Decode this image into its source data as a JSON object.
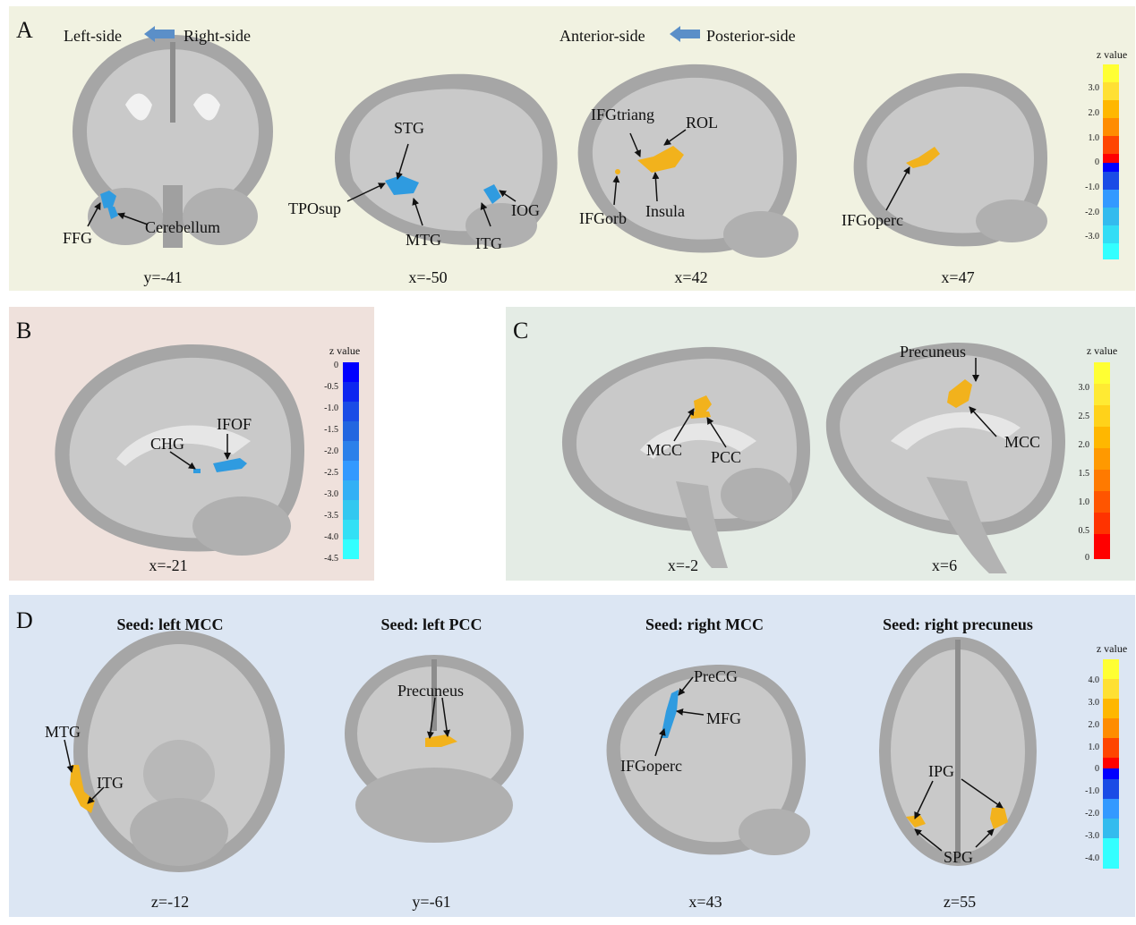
{
  "panels": {
    "A": {
      "label": "A",
      "direction_lr": {
        "left": "Left-side",
        "right": "Right-side"
      },
      "direction_ap": {
        "left": "Anterior-side",
        "right": "Posterior-side"
      },
      "coords": [
        "y=-41",
        "x=-50",
        "x=42",
        "x=47"
      ],
      "regions": {
        "ffg": "FFG",
        "cerebellum": "Cerebellum",
        "stg": "STG",
        "tposup": "TPOsup",
        "mtg": "MTG",
        "itg": "ITG",
        "iog": "IOG",
        "ifgtriang": "IFGtriang",
        "rol": "ROL",
        "ifgorb": "IFGorb",
        "insula": "Insula",
        "ifgoperc": "IFGoperc"
      },
      "colorbar": {
        "title": "z value",
        "ticks": [
          "3.0",
          "2.0",
          "1.0",
          "0",
          "-1.0",
          "-2.0",
          "-3.0"
        ]
      }
    },
    "B": {
      "label": "B",
      "coord": "x=-21",
      "regions": {
        "chg": "CHG",
        "ifof": "IFOF"
      },
      "colorbar": {
        "title": "z value",
        "ticks": [
          "0",
          "-0.5",
          "-1.0",
          "-1.5",
          "-2.0",
          "-2.5",
          "-3.0",
          "-3.5",
          "-4.0",
          "-4.5"
        ]
      }
    },
    "C": {
      "label": "C",
      "coords": [
        "x=-2",
        "x=6"
      ],
      "regions": {
        "mcc_left": "MCC",
        "pcc": "PCC",
        "precuneus": "Precuneus",
        "mcc_right": "MCC"
      },
      "colorbar": {
        "title": "z value",
        "ticks": [
          "3.0",
          "2.5",
          "2.0",
          "1.5",
          "1.0",
          "0.5",
          "0"
        ]
      }
    },
    "D": {
      "label": "D",
      "seeds": [
        "Seed: left MCC",
        "Seed: left PCC",
        "Seed: right MCC",
        "Seed: right precuneus"
      ],
      "coords": [
        "z=-12",
        "y=-61",
        "x=43",
        "z=55"
      ],
      "regions": {
        "mtg": "MTG",
        "itg": "ITG",
        "precuneus": "Precuneus",
        "precg": "PreCG",
        "mfg": "MFG",
        "ifgoperc": "IFGoperc",
        "ipg": "IPG",
        "spg": "SPG"
      },
      "colorbar": {
        "title": "z value",
        "ticks": [
          "4.0",
          "3.0",
          "2.0",
          "1.0",
          "0",
          "-1.0",
          "-2.0",
          "-3.0",
          "-4.0"
        ]
      }
    }
  },
  "colors": {
    "panel_a_bg": "#f1f2e1",
    "panel_b_bg": "#efe1dc",
    "panel_c_bg": "#e4ece5",
    "panel_d_bg": "#dce6f3",
    "positive_cluster": "#f2b21c",
    "negative_cluster": "#2f9be0",
    "direction_arrow": "#5b8fc8"
  }
}
